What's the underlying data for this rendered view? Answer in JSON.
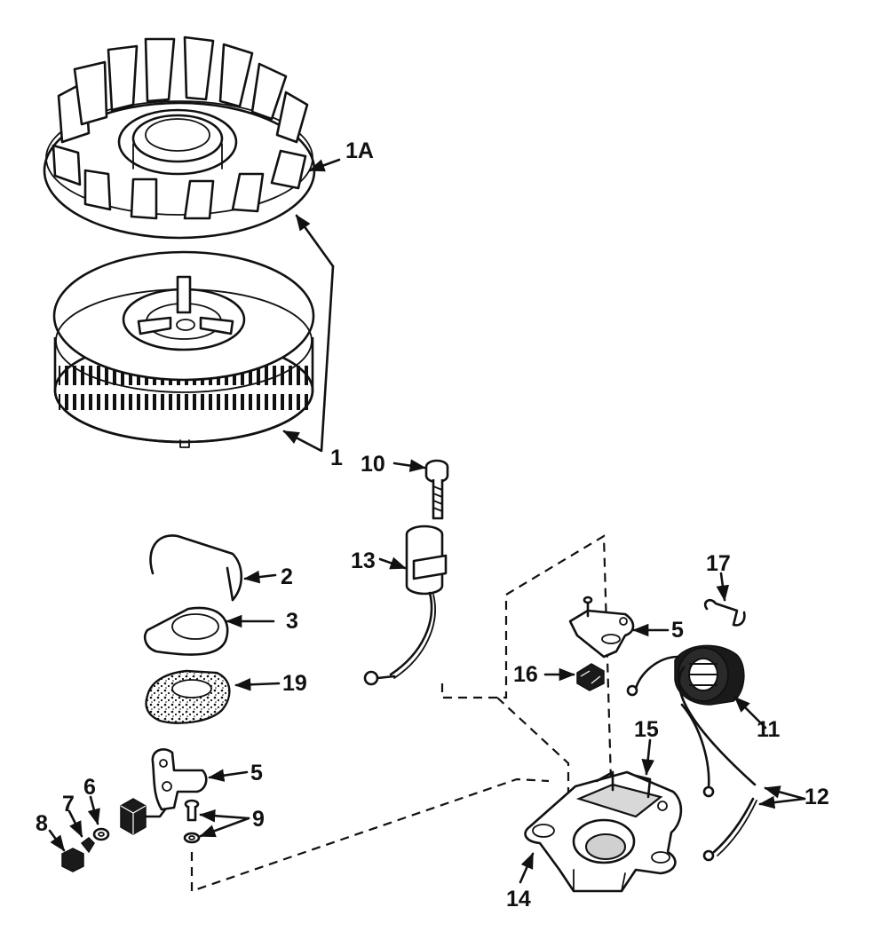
{
  "diagram": {
    "colors": {
      "ink": "#111111",
      "paper": "#ffffff"
    },
    "callouts": {
      "c1A": "1A",
      "c1": "1",
      "c10": "10",
      "c2": "2",
      "c13": "13",
      "c3": "3",
      "c17": "17",
      "c5a": "5",
      "c19": "19",
      "c16": "16",
      "c11": "11",
      "c15": "15",
      "c5b": "5",
      "c12": "12",
      "c6": "6",
      "c7": "7",
      "c9": "9",
      "c8": "8",
      "c14": "14"
    }
  }
}
